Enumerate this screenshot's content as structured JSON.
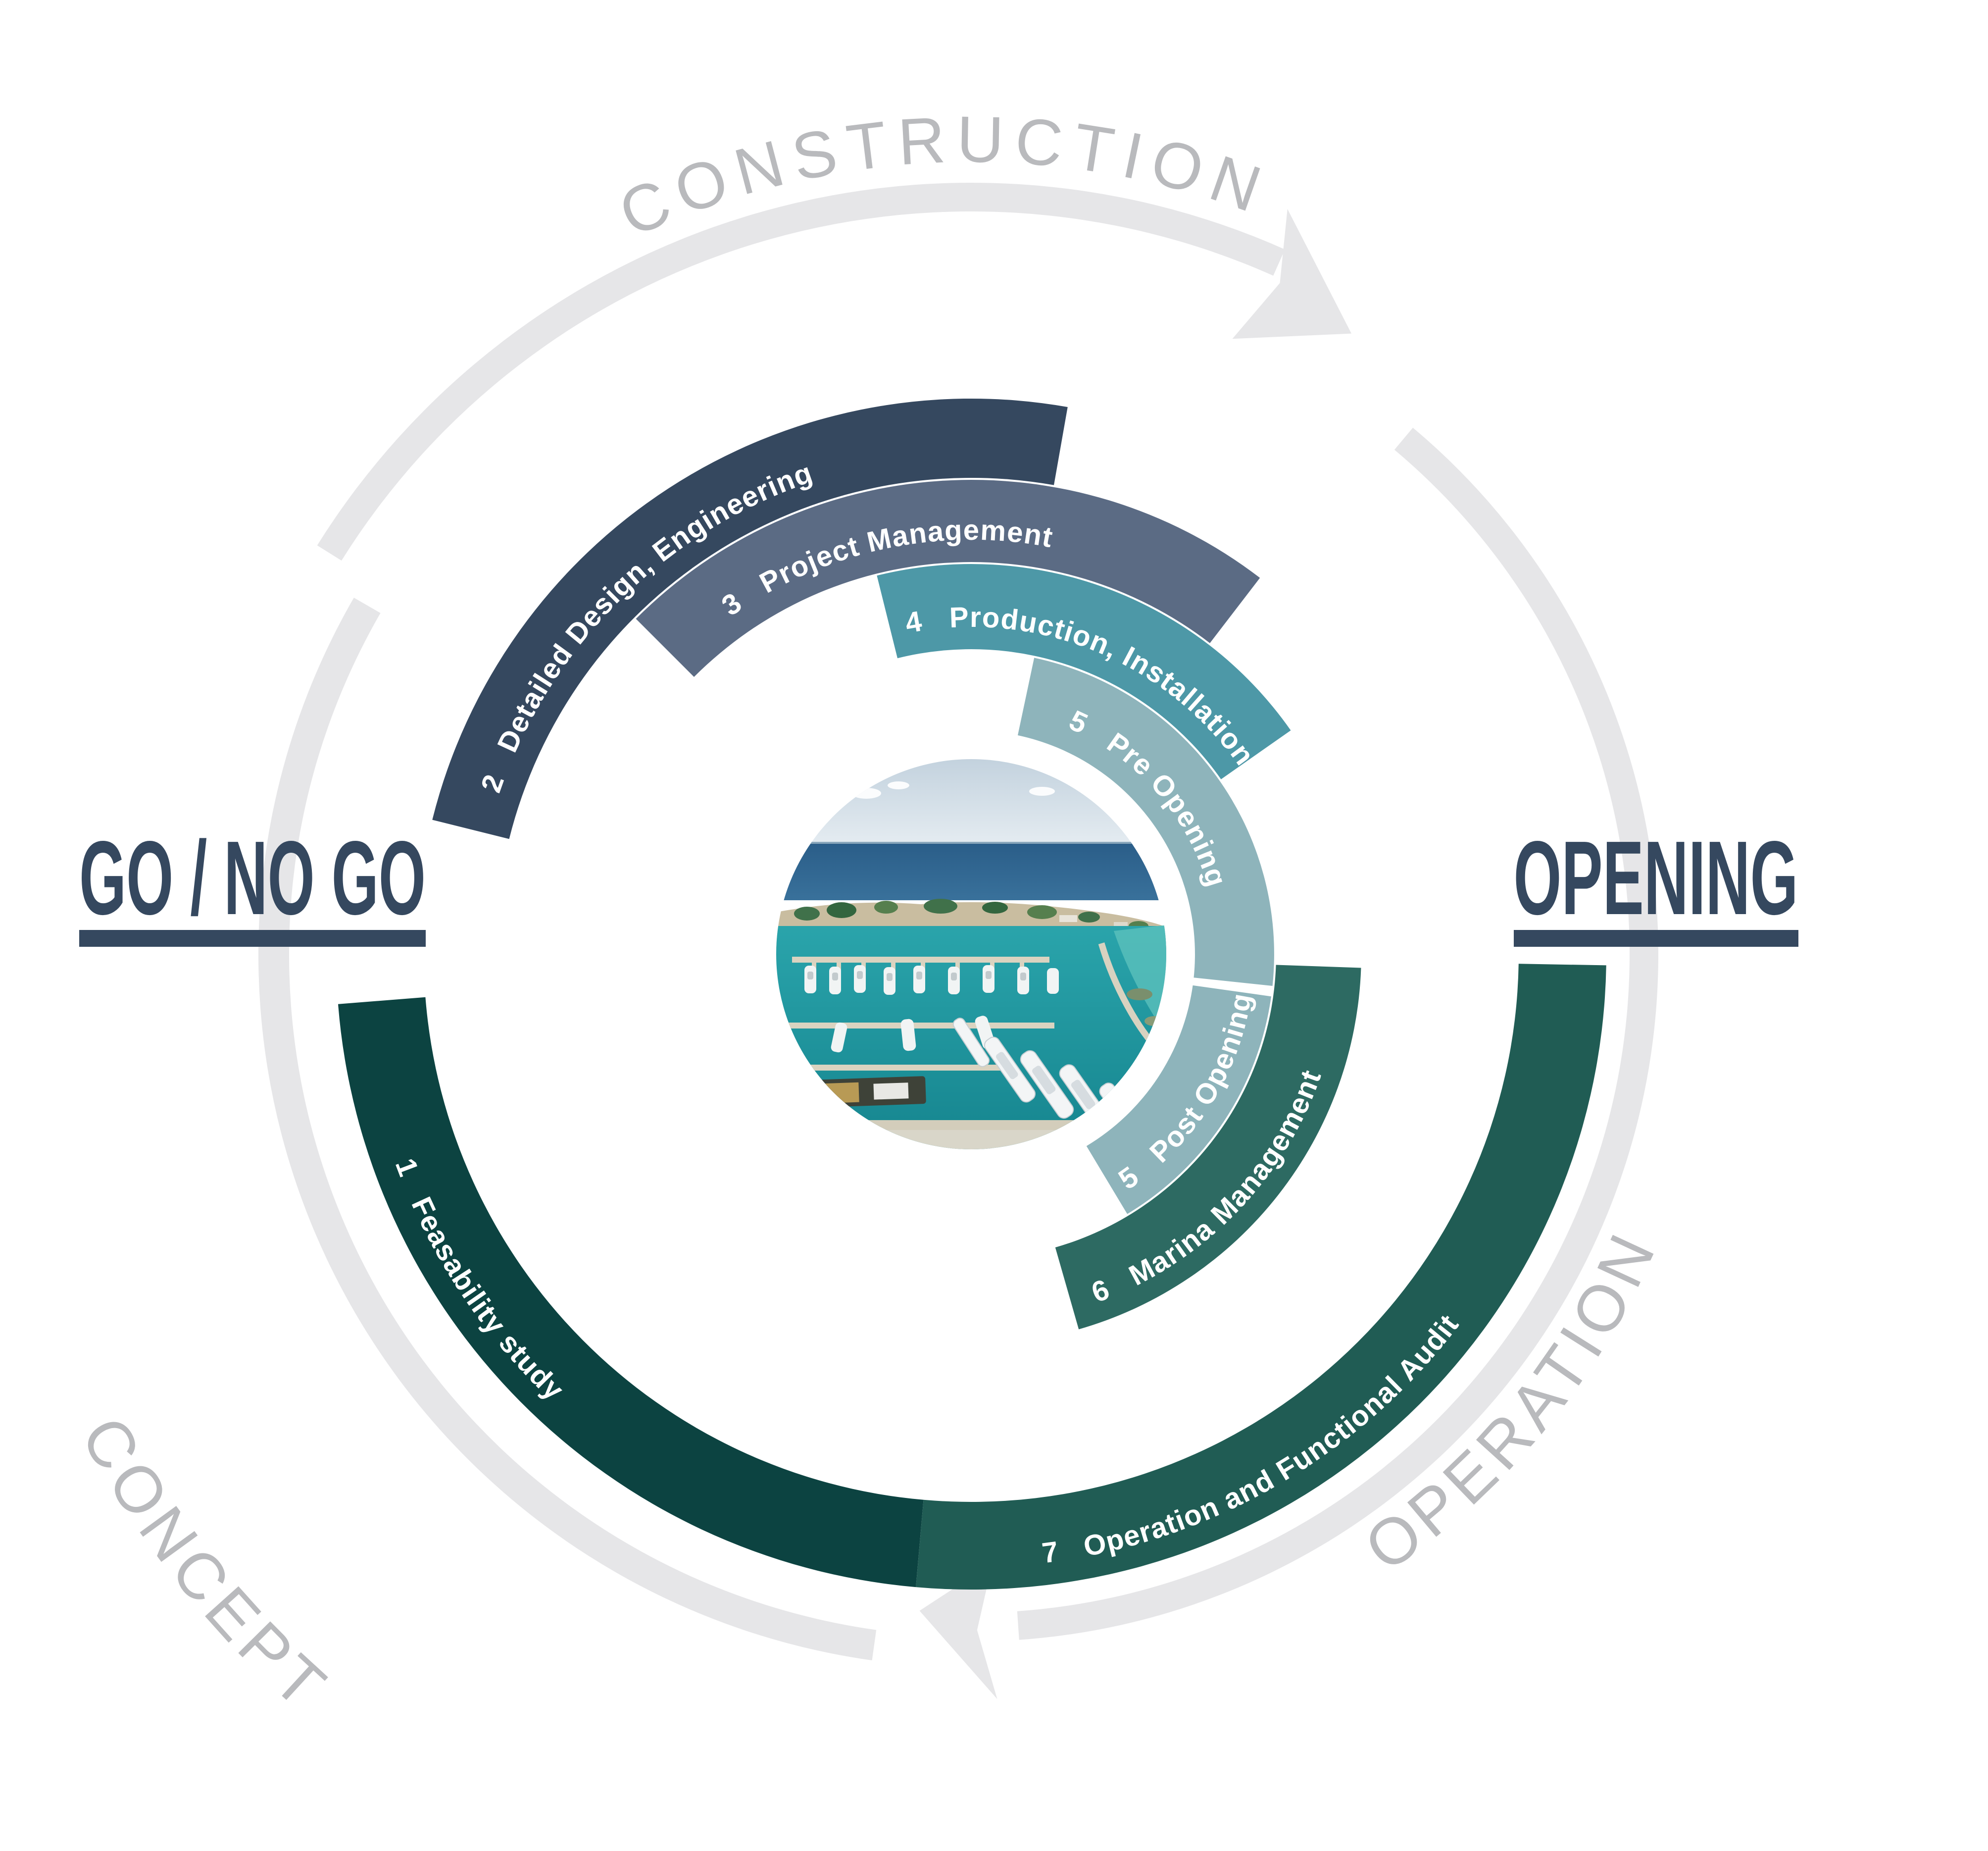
{
  "phases": {
    "construction": {
      "label": "CONSTRUCTION"
    },
    "operation": {
      "label": "OPERATION"
    },
    "concept": {
      "label": "CONCEPT"
    }
  },
  "milestones": {
    "go_no_go": {
      "label": "GO / NO GO"
    },
    "opening": {
      "label": "OPENING"
    }
  },
  "center_image": {
    "name": "marina-aerial-photo"
  },
  "colors": {
    "milestone_navy": "#35485F",
    "flow_arc_gray": "#E6E6E8",
    "phase_text_gray": "#B9BABD",
    "segment_1_dark_green": "#0C4341",
    "segment_2_navy": "#35485F",
    "segment_3_gray_blue": "#5B6B84",
    "segment_4_teal": "#4D98A7",
    "segment_5_light_teal": "#8EB4BB",
    "segment_6_green_teal": "#2D6A62",
    "segment_7_dark_teal_green": "#205C54"
  },
  "segments": [
    {
      "id": "1",
      "number": "1",
      "name": "Feasability study",
      "label": "1   Feasability study",
      "color": "#0C4341",
      "r0": 1106,
      "r1": 1283,
      "a_begin": 184.5,
      "a_end": 265,
      "text_r": 1238,
      "t0": -161,
      "t1": -98,
      "text_offset": 20
    },
    {
      "id": "2",
      "number": "2",
      "name": "Detailed Design, Engineering",
      "label": "2   Detailed Design, Engineering",
      "color": "#35485F",
      "r0": 962,
      "r1": 1122,
      "a_begin": 166,
      "a_end": 80,
      "text_r": 1007,
      "t0": 163,
      "t1": 78,
      "text_offset": 30
    },
    {
      "id": "3",
      "number": "3",
      "name": "Project Management",
      "label": "3   Project Management",
      "color": "#5B6B84",
      "r0": 792,
      "r1": 958,
      "a_begin": 135,
      "a_end": 52.5,
      "text_r": 837,
      "t0": 131,
      "t1": 50,
      "text_offset": 80
    },
    {
      "id": "4",
      "number": "4",
      "name": "Production, Installation",
      "label": "4   Production, Installation",
      "color": "#4D98A7",
      "r0": 616,
      "r1": 788,
      "a_begin": 104,
      "a_end": 35,
      "text_r": 661,
      "t0": 103,
      "t1": 28,
      "text_offset": 20
    },
    {
      "id": "5pre",
      "number": "5",
      "name": "Pre Opening",
      "label": "5   Pre Opening",
      "color": "#8EB4BB",
      "r0": 452,
      "r1": 612,
      "a_begin": 78,
      "a_end": -6,
      "text_r": 497,
      "t0": 74,
      "t1": -8,
      "text_offset": 60
    },
    {
      "id": "5post",
      "number": "5",
      "name": "Post Opening",
      "label": "5   Post Opening",
      "color": "#8EB4BB",
      "r0": 452,
      "r1": 612,
      "a_begin": -8,
      "a_end": -59,
      "text_r": 572,
      "t0": -57,
      "t1": -4,
      "text_offset": 5
    },
    {
      "id": "6",
      "number": "6",
      "name": "Marina Management",
      "label": "6   Marina Management",
      "color": "#2D6A62",
      "r0": 616,
      "r1": 788,
      "a_begin": -2,
      "a_end": -74,
      "text_r": 748,
      "t0": -71,
      "t1": -4,
      "text_offset": 10
    },
    {
      "id": "7",
      "number": "7",
      "name": "Operation and Functional Audit",
      "label": "7   Operation and Functional Audit",
      "color": "#205C54",
      "r0": 1106,
      "r1": 1283,
      "a_begin": 265,
      "a_end": 359,
      "text_r": 1238,
      "t0": -86,
      "t1": -4,
      "text_offset": 60
    }
  ]
}
